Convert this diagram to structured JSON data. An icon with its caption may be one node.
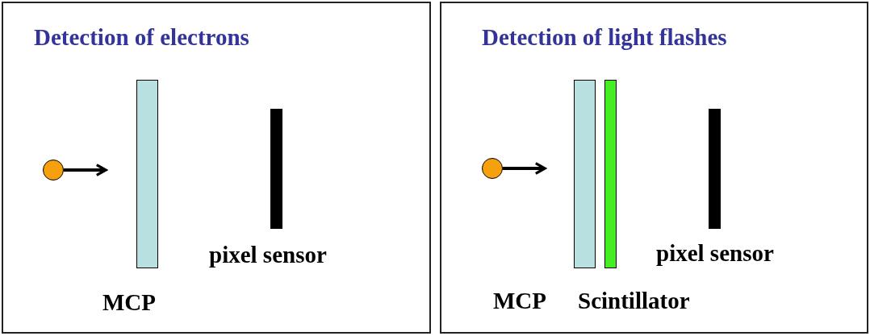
{
  "diagram": {
    "nodes": [
      {
        "text": [
          "Detection of electrons"
        ]
      },
      {
        "text": [],
        "shape": "circle",
        "in": 0
      },
      {
        "text": [],
        "shape": "bar",
        "in": 0,
        "beside": [
          "MCP"
        ]
      },
      {
        "text": [],
        "shape": "bar",
        "in": 0,
        "beside": [
          "pixel sensor"
        ]
      },
      {
        "text": [
          "Detection of light flashes"
        ]
      },
      {
        "text": [],
        "shape": "circle",
        "in": 4
      },
      {
        "text": [],
        "shape": "bar",
        "in": 4,
        "beside": [
          "MCP"
        ]
      },
      {
        "text": [],
        "shape": "bar",
        "in": 4,
        "beside": [
          "Scintillator"
        ]
      },
      {
        "text": [],
        "shape": "bar",
        "in": 4,
        "beside": [
          "pixel sensor"
        ]
      }
    ],
    "edges": [
      {
        "from": 1,
        "to": null,
        "arrow": "to"
      },
      {
        "from": 5,
        "to": null,
        "arrow": "to"
      }
    ]
  }
}
